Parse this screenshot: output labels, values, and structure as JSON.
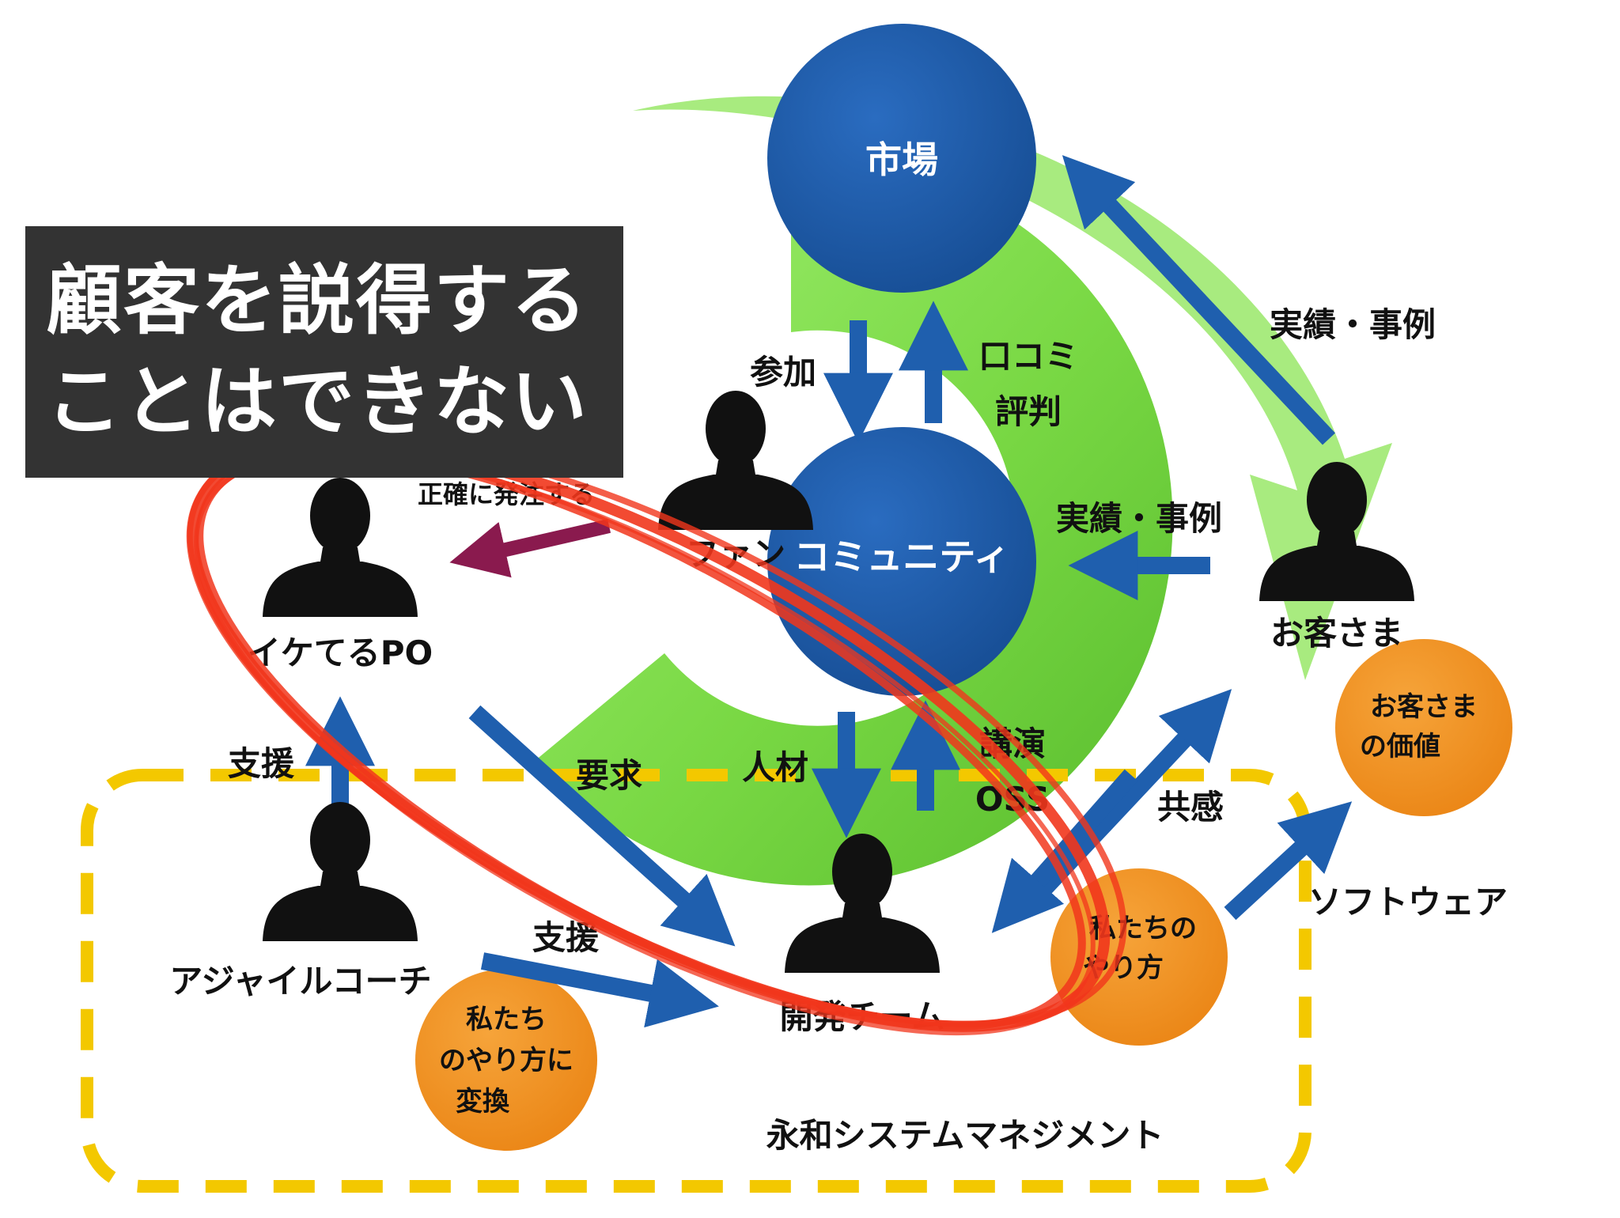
{
  "overlay": {
    "line1": "顧客を説得する",
    "line2": "ことはできない"
  },
  "nodes": {
    "market": "市場",
    "community": "コミュニティ"
  },
  "people": {
    "po": "イケてるPO",
    "customer": "お客さま",
    "coach": "アジャイルコーチ",
    "dev_team": "開発チーム",
    "fan": "ファン"
  },
  "edge_labels": {
    "participate": "参加",
    "word_of_mouth_1": "口コミ",
    "word_of_mouth_2": "評判",
    "track_record_top": "実績・事例",
    "track_record_mid": "実績・事例",
    "order": "正確に発注する",
    "support_left": "支援",
    "request": "要求",
    "talent": "人材",
    "lecture": "講演",
    "oss": "OSS",
    "empathy": "共感",
    "software": "ソフトウェア",
    "support_bottom": "支援"
  },
  "bubbles": {
    "customer_value_1": "お客さま",
    "customer_value_2": "の価値",
    "our_way_1": "私たちの",
    "our_way_2": "やり方",
    "convert_1": "私たち",
    "convert_2": "のやり方に",
    "convert_3": "変換"
  },
  "company": "永和システムマネジメント",
  "colors": {
    "blue_node": "#1e5ba8",
    "arrow_blue": "#1f5fae",
    "cycle_green": "#7ddc4a",
    "bubble_orange": "#f2921d",
    "dashed_yellow": "#f3c800",
    "red_scribble": "#f1361c",
    "order_arrow": "#8a1a4e",
    "overlay_bg": "#333333"
  }
}
